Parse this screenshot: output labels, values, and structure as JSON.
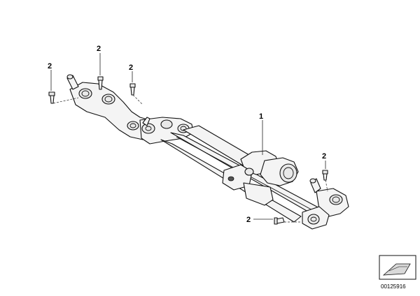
{
  "diagram": {
    "callouts": {
      "c1": "1",
      "c2_top": "2",
      "c2_left": "2",
      "c2_mid": "2",
      "c2_right": "2",
      "c2_bottom": "2"
    },
    "reference_number": "00125916"
  }
}
